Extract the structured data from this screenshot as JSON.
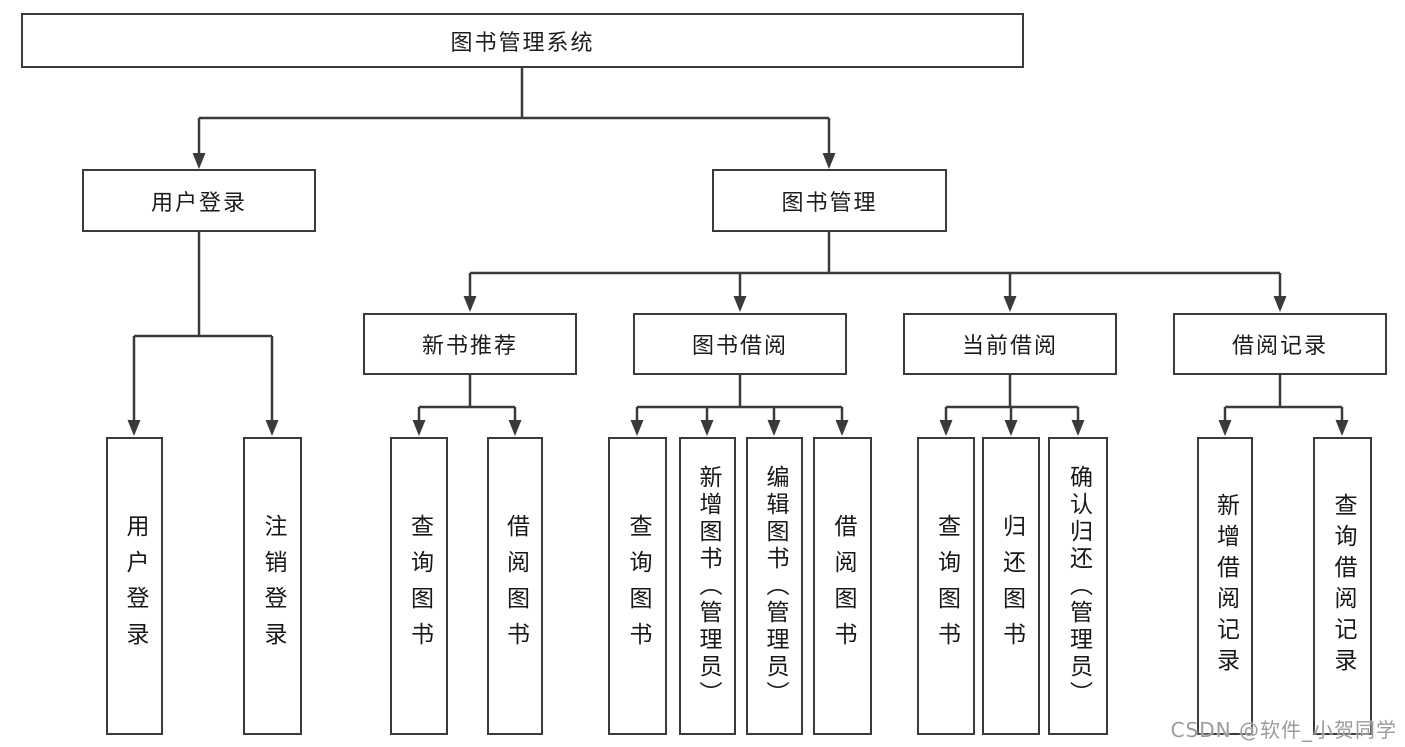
{
  "structure": {
    "label": "图书管理系统",
    "children": [
      {
        "label": "用户登录",
        "children": [
          {
            "label": "用户登录"
          },
          {
            "label": "注销登录"
          }
        ]
      },
      {
        "label": "图书管理",
        "children": [
          {
            "label": "新书推荐",
            "children": [
              {
                "label": "查询图书"
              },
              {
                "label": "借阅图书"
              }
            ]
          },
          {
            "label": "图书借阅",
            "children": [
              {
                "label": "查询图书"
              },
              {
                "label": "新增图书（管理员）"
              },
              {
                "label": "编辑图书（管理员）"
              },
              {
                "label": "借阅图书"
              }
            ]
          },
          {
            "label": "当前借阅",
            "children": [
              {
                "label": "查询图书"
              },
              {
                "label": "归还图书"
              },
              {
                "label": "确认归还（管理员）"
              }
            ]
          },
          {
            "label": "借阅记录",
            "children": [
              {
                "label": "新增借阅记录"
              },
              {
                "label": "查询借阅记录"
              }
            ]
          }
        ]
      }
    ]
  },
  "watermark": {
    "text": "CSDN @软件_小贺同学"
  },
  "colors": {
    "line": "#3a3a3a",
    "box_border": "#3a3a3a",
    "box_background": "#ffffff",
    "text": "#1c1c1c",
    "watermark": "#9b9b9b",
    "page_background": "#ffffff"
  }
}
